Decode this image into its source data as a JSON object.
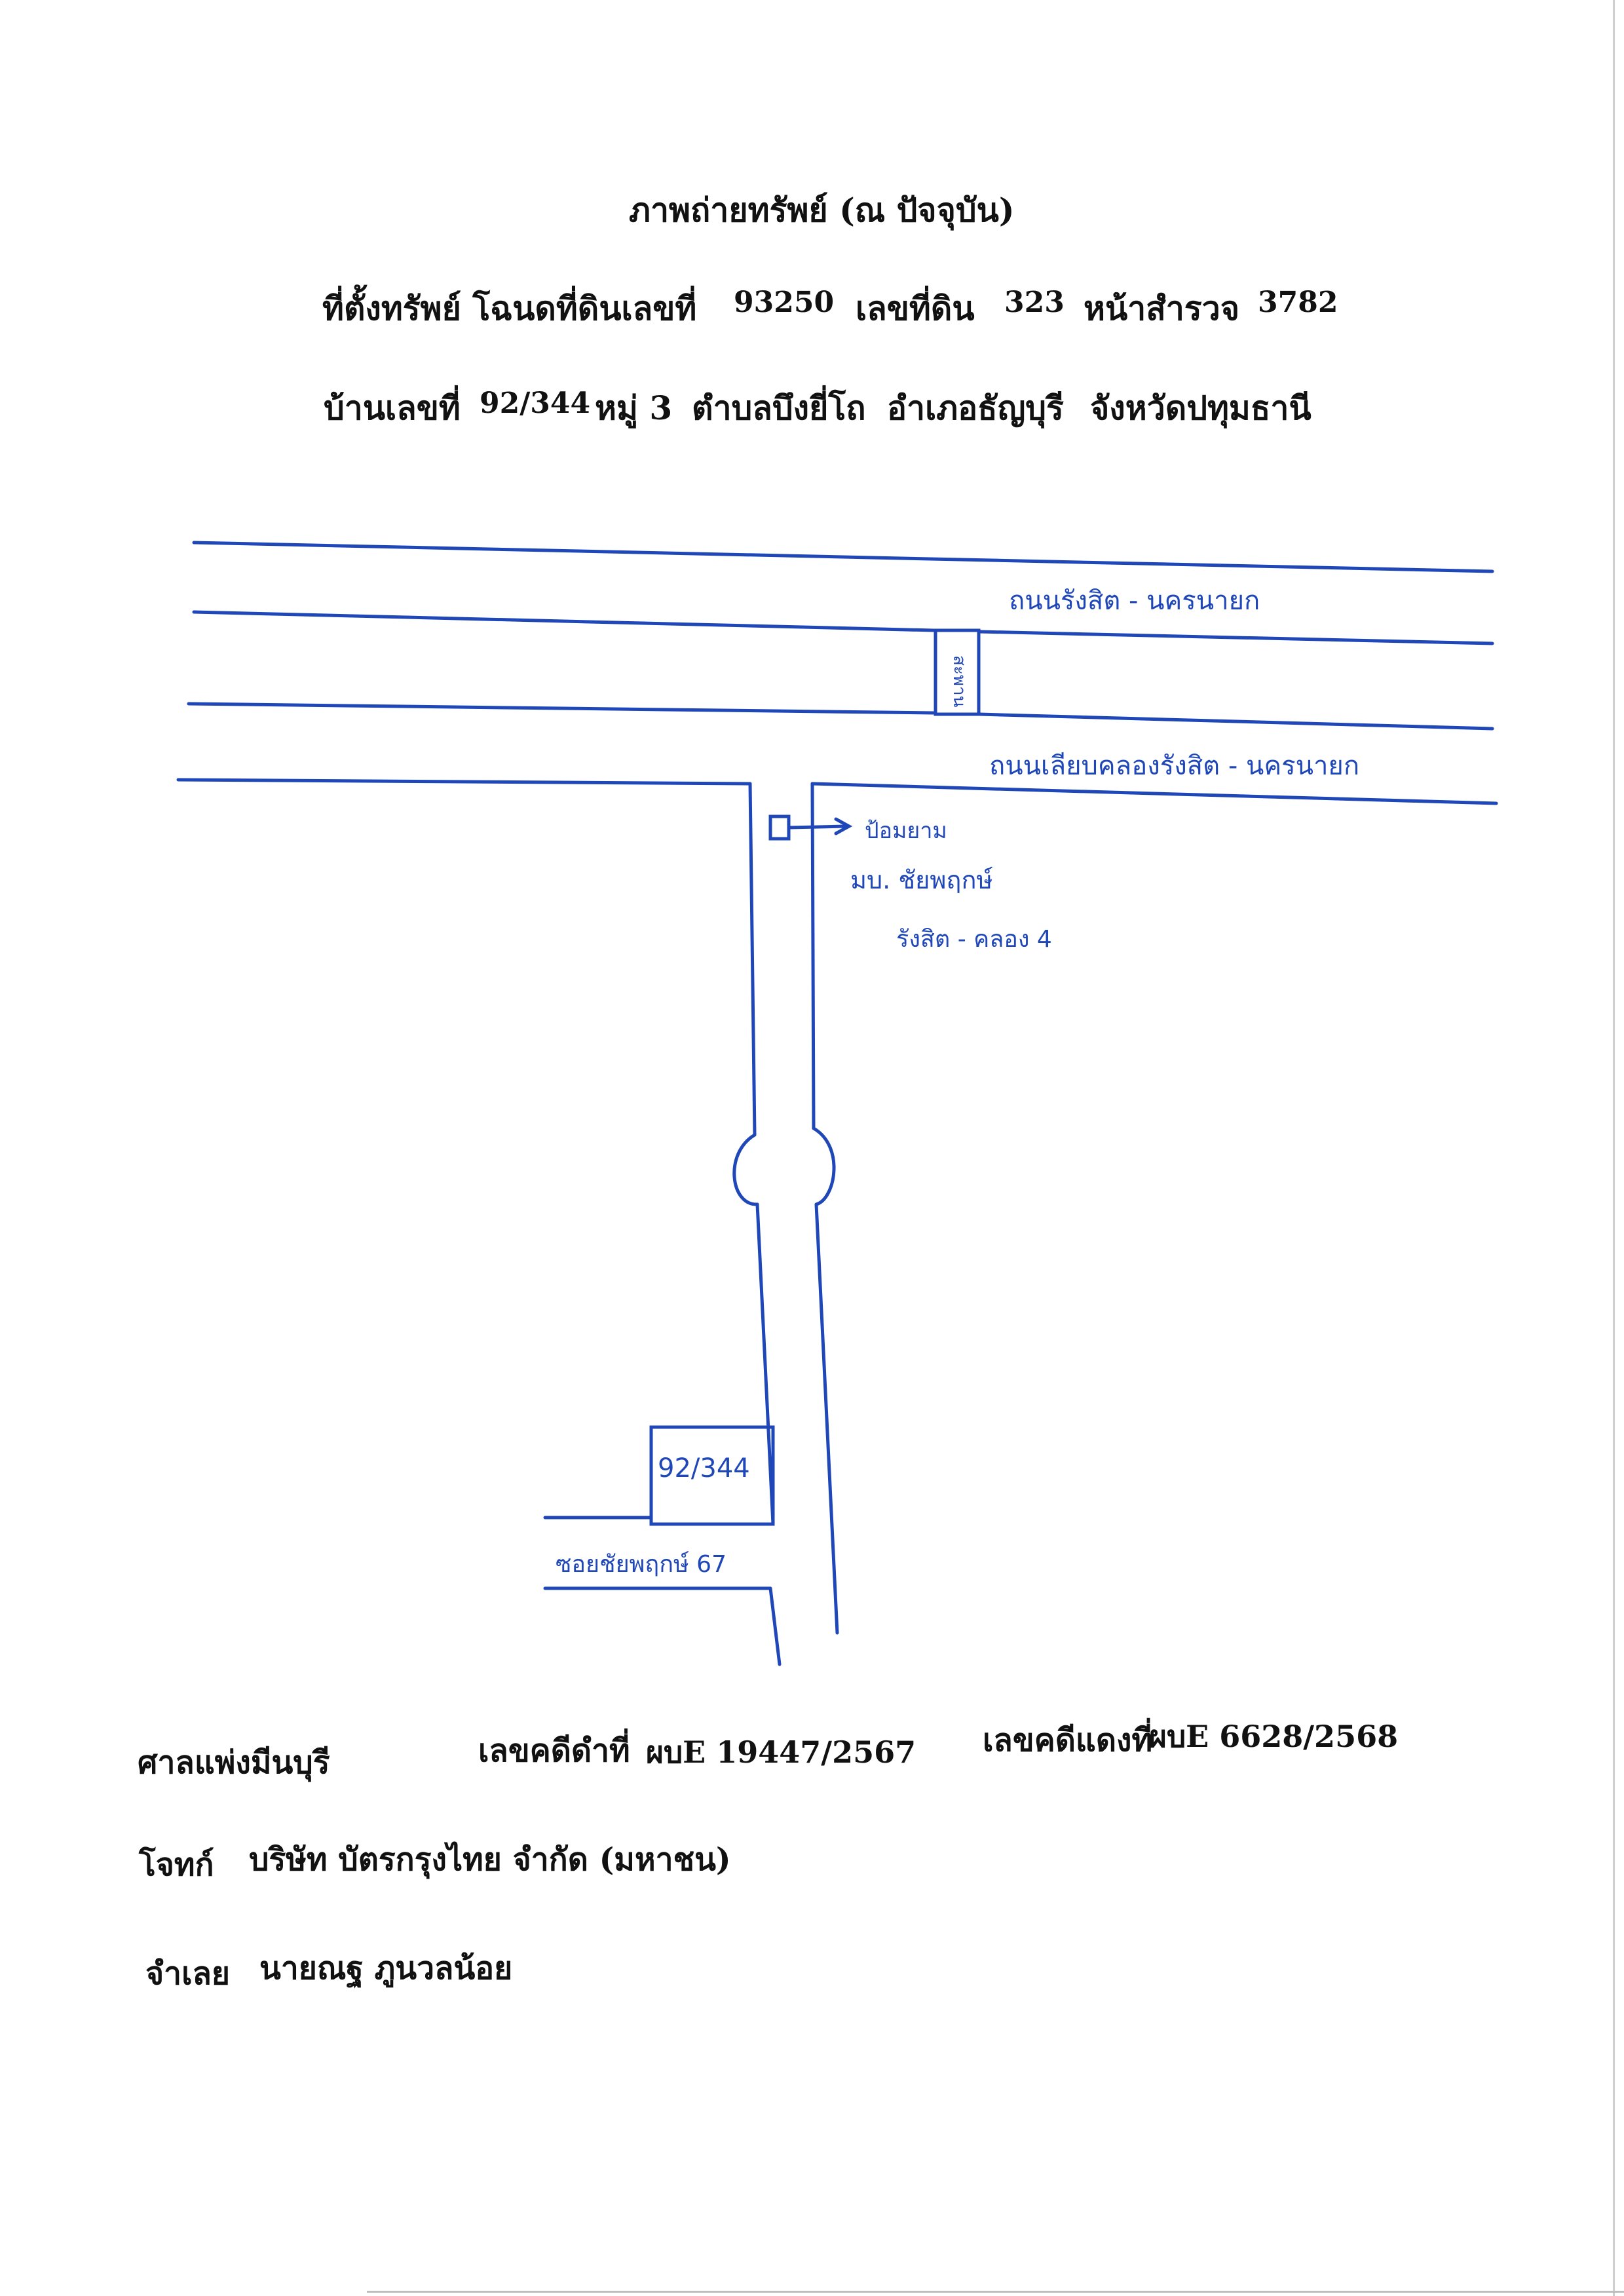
{
  "header": {
    "title": "ภาพถ่ายทรัพย์ (ณ ปัจจุบัน)",
    "line1": {
      "label": "ที่ตั้งทรัพย์ โฉนดที่ดินเลขที่",
      "deed_no": "93250",
      "land_no_label": "เลขที่ดิน",
      "land_no": "323",
      "survey_label": "หน้าสำรวจ",
      "survey_no": "3782"
    },
    "line2": {
      "house_label": "บ้านเลขที่",
      "house_no": "92/344",
      "moo": "หมู่ 3",
      "subdistrict": "ตำบลบึงยี่โถ",
      "district": "อำเภอธัญบุรี",
      "province": "จังหวัดปทุมธานี"
    }
  },
  "map": {
    "road_upper": "ถนนรังสิต - นครนายก",
    "bridge": "สะพาน",
    "road_lower": "ถนนเลียบคลองรังสิต - นครนายก",
    "guard_booth": "ป้อมยาม",
    "village": "มบ. ชัยพฤกษ์",
    "village_area": "รังสิต - คลอง 4",
    "plot": "92/344",
    "soi": "ซอยชัยพฤกษ์ 67"
  },
  "footer": {
    "court": "ศาลแพ่งมีนบุรี",
    "black_case_label": "เลขคดีดำที่",
    "black_case_no": "ผบE 19447/2567",
    "red_case_label": "เลขคดีแดงที่",
    "red_case_no": "ผบE 6628/2568",
    "plaintiff_label": "โจทก์",
    "plaintiff": "บริษัท บัตรกรุงไทย จำกัด (มหาชน)",
    "defendant_label": "จำเลย",
    "defendant": "นายณฐ ภูนวลน้อย"
  },
  "colors": {
    "ink_blue": "#1f47b8",
    "text": "#111111"
  }
}
